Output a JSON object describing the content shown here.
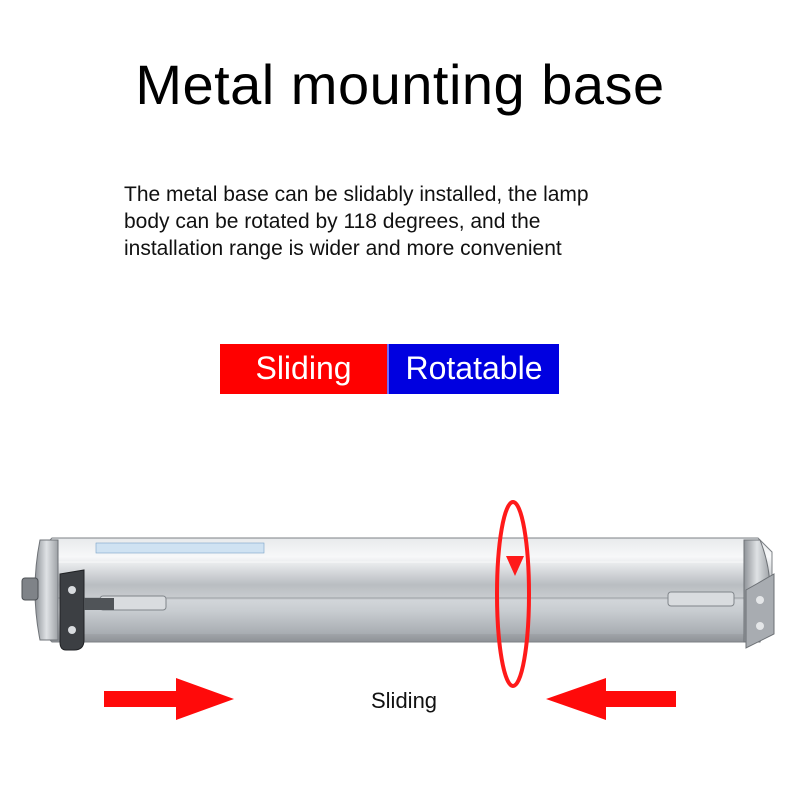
{
  "title": "Metal mounting base",
  "description": [
    "The metal base can be slidably installed, the lamp",
    "body can be rotated by 118 degrees, and the",
    "installation range is wider and more convenient"
  ],
  "tags": {
    "sliding": "Sliding",
    "rotatable": "Rotatable"
  },
  "caption": "Sliding",
  "colors": {
    "red": "#ff0000",
    "blue": "#0000e0",
    "arrow": "#ff0a0a"
  }
}
